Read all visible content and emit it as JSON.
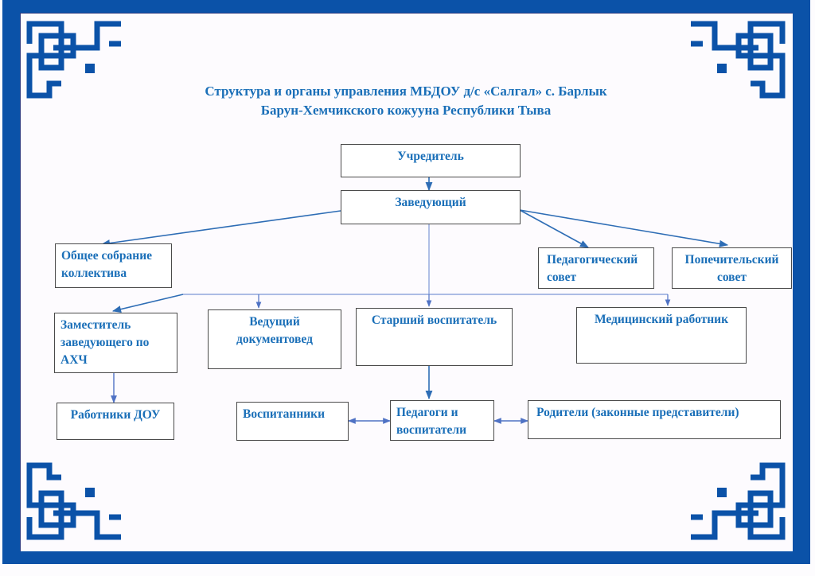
{
  "title": {
    "line1": "Структура и органы управления МБДОУ д/с «Салгал» с. Барлык",
    "line2": "Барун-Хемчикского кожууна Республики Тыва"
  },
  "colors": {
    "frame": "#0b52a8",
    "text": "#1a6fb8",
    "arrow": "#2e6db5",
    "light_line": "#7c97d6"
  },
  "nodes": {
    "founder": "Учредитель",
    "head": "Заведующий",
    "general_meeting": "Общее собрание коллектива",
    "pedagogical_council": "Педагогический совет",
    "board_of_trustees": "Попечительский совет",
    "deputy_head": "Заместитель заведующего по АХЧ",
    "records_manager": "Ведущий документовед",
    "senior_educator": "Старший воспитатель",
    "medical_worker": "Медицинский работник",
    "staff": "Работники ДОУ",
    "pupils": "Воспитанники",
    "teachers": "Педагоги и воспитатели",
    "parents": "Родители (законные представители)"
  },
  "edges": [
    {
      "from": "founder",
      "to": "head",
      "type": "arrow"
    },
    {
      "from": "head",
      "to": "general_meeting",
      "type": "arrow"
    },
    {
      "from": "head",
      "to": "pedagogical_council",
      "type": "arrow"
    },
    {
      "from": "head",
      "to": "board_of_trustees",
      "type": "arrow"
    },
    {
      "from": "head",
      "to": "deputy_head",
      "type": "arrow"
    },
    {
      "from": "head",
      "to": "records_manager",
      "type": "arrow"
    },
    {
      "from": "head",
      "to": "senior_educator",
      "type": "arrow"
    },
    {
      "from": "head",
      "to": "medical_worker",
      "type": "arrow"
    },
    {
      "from": "deputy_head",
      "to": "staff",
      "type": "arrow"
    },
    {
      "from": "senior_educator",
      "to": "teachers",
      "type": "arrow"
    },
    {
      "from": "pupils",
      "to": "teachers",
      "type": "bidirectional"
    },
    {
      "from": "teachers",
      "to": "parents",
      "type": "bidirectional"
    }
  ],
  "decoration": {
    "corner_ornament": "tuvan-knot-ornament-icon"
  }
}
